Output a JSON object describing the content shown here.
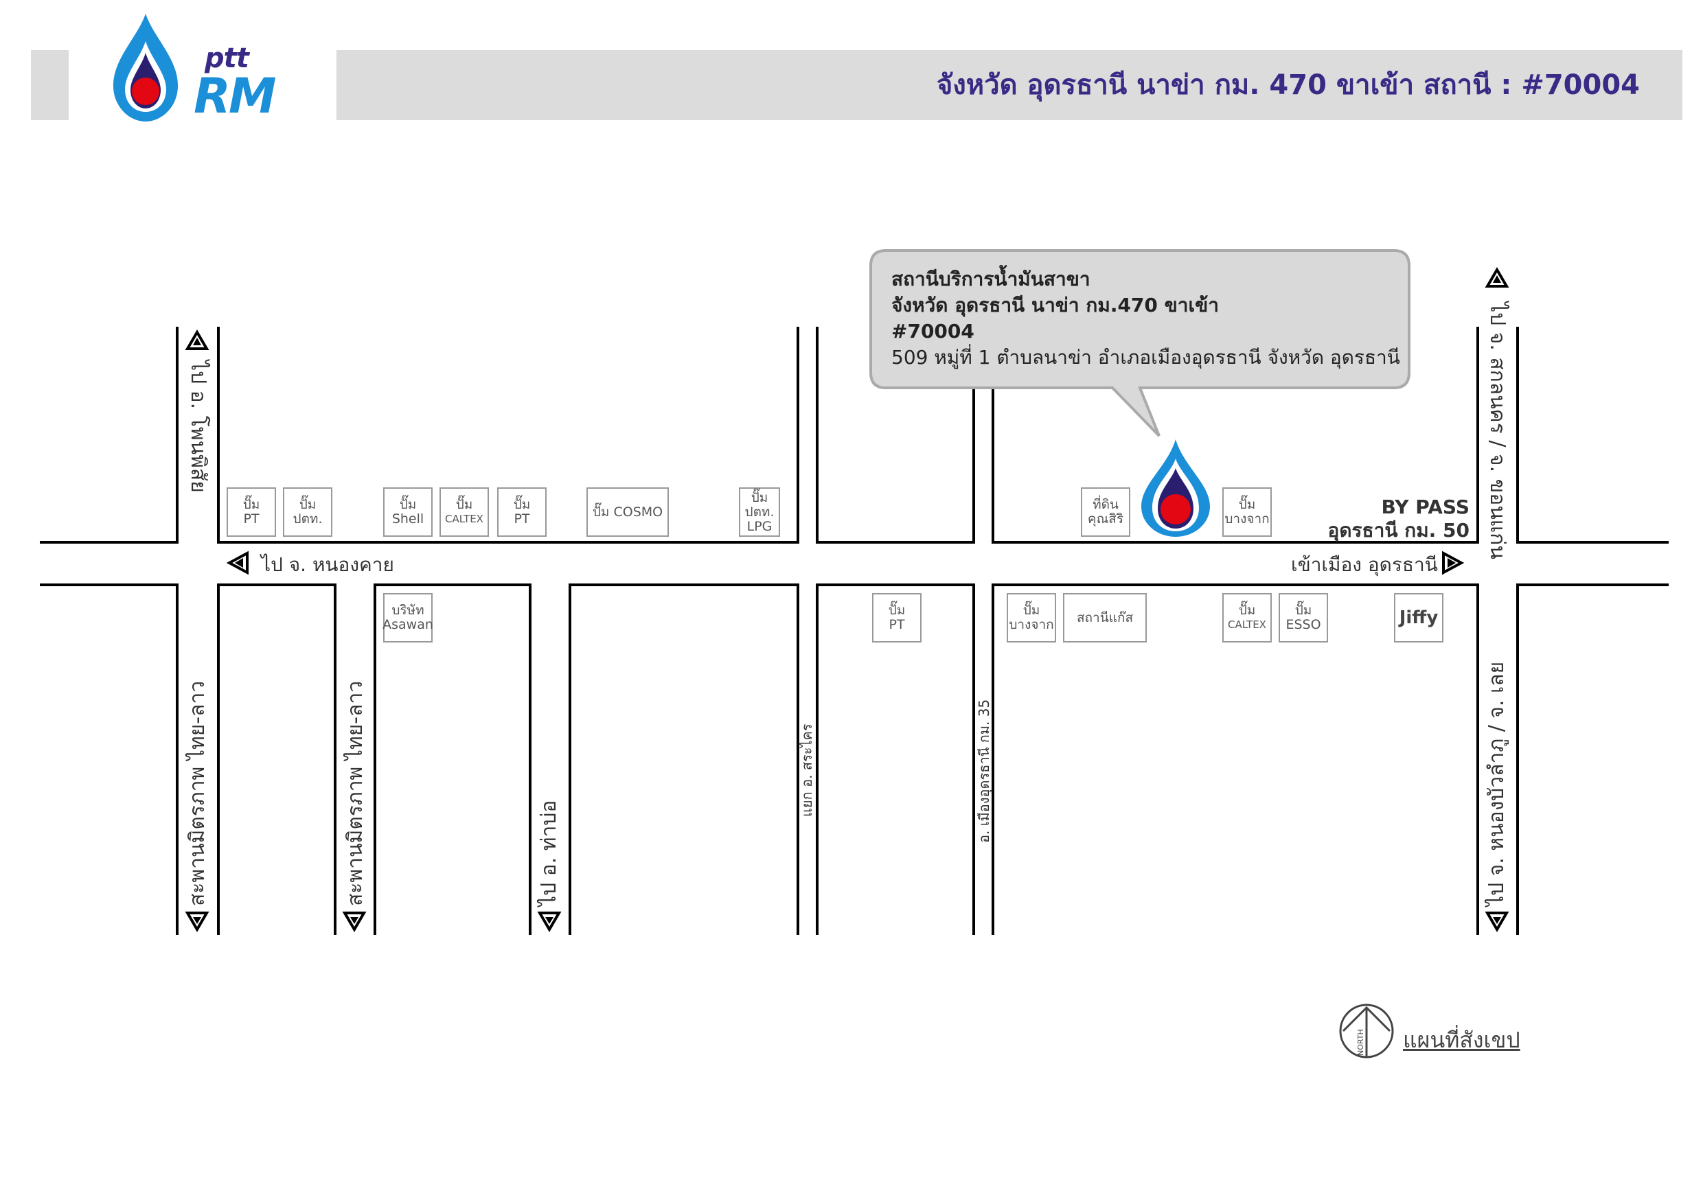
{
  "header": {
    "title": "จังหวัด อุดรธานี นาข่า กม. 470 ขาเข้า สถานี : #70004",
    "brand_top": "ptt",
    "brand_bottom": "RM",
    "brand_color": "#3a2a86",
    "accent_blue": "#1b8fd8",
    "accent_red": "#e30613"
  },
  "callout": {
    "line1": "สถานีบริการน้ำมันสาขา",
    "line2": "จังหวัด อุดรธานี นาข่า กม.470 ขาเข้า",
    "line3": "#70004",
    "line4": "509 หมู่ที่ 1 ตำบลนาข่า อำเภอเมืองอุดรธานี จังหวัด อุดรธานี"
  },
  "main_road": {
    "west_label": "ไป จ. หนองคาย",
    "east_label": "เข้าเมือง อุดรธานี"
  },
  "bypass": {
    "line1": "BY PASS",
    "line2": "อุดรธานี กม. 50"
  },
  "side_roads": {
    "north_left": "ไป อ. โพนพิสัย",
    "north_right": "ไป จ. สกลนคร / จ. ขอนแก่น",
    "south_1": "สะพานมิตรภาพ ไทย-ลาว",
    "south_2": "สะพานมิตรภาพ ไทย-ลาว",
    "south_3": "ไป อ. ท่าบ่อ",
    "south_4": "แยก อ. สระไคร",
    "south_5": "อ. เมืองอุดรธานี กม. 35",
    "south_6": "ไป จ. หนองบัวลำภู / จ. เลย"
  },
  "landmarks_north": [
    {
      "l1": "ปั๊ม",
      "l2": "PT"
    },
    {
      "l1": "ปั๊ม",
      "l2": "ปตท."
    },
    {
      "l1": "ปั๊ม",
      "l2": "Shell"
    },
    {
      "l1": "ปั๊ม",
      "l2": "CALTEX"
    },
    {
      "l1": "ปั๊ม",
      "l2": "PT"
    },
    {
      "l1": "ปั๊ม COSMO"
    },
    {
      "l1": "ปั๊ม",
      "l2": "ปตท.",
      "l3": "LPG"
    },
    {
      "l1": "ที่ดิน",
      "l2": "คุณสิริ"
    },
    {
      "l1": "ปั๊ม",
      "l2": "บางจาก"
    }
  ],
  "landmarks_south": [
    {
      "l1": "บริษัท",
      "l2": "Asawan"
    },
    {
      "l1": "ปั๊ม",
      "l2": "PT"
    },
    {
      "l1": "ปั๊ม",
      "l2": "บางจาก"
    },
    {
      "l1": "สถานีแก๊ส"
    },
    {
      "l1": "ปั๊ม",
      "l2": "CALTEX"
    },
    {
      "l1": "ปั๊ม",
      "l2": "ESSO"
    },
    {
      "l1": "Jiffy"
    }
  ],
  "north_indicator": {
    "small": "NORTH",
    "label": "แผนที่สังเขป"
  }
}
